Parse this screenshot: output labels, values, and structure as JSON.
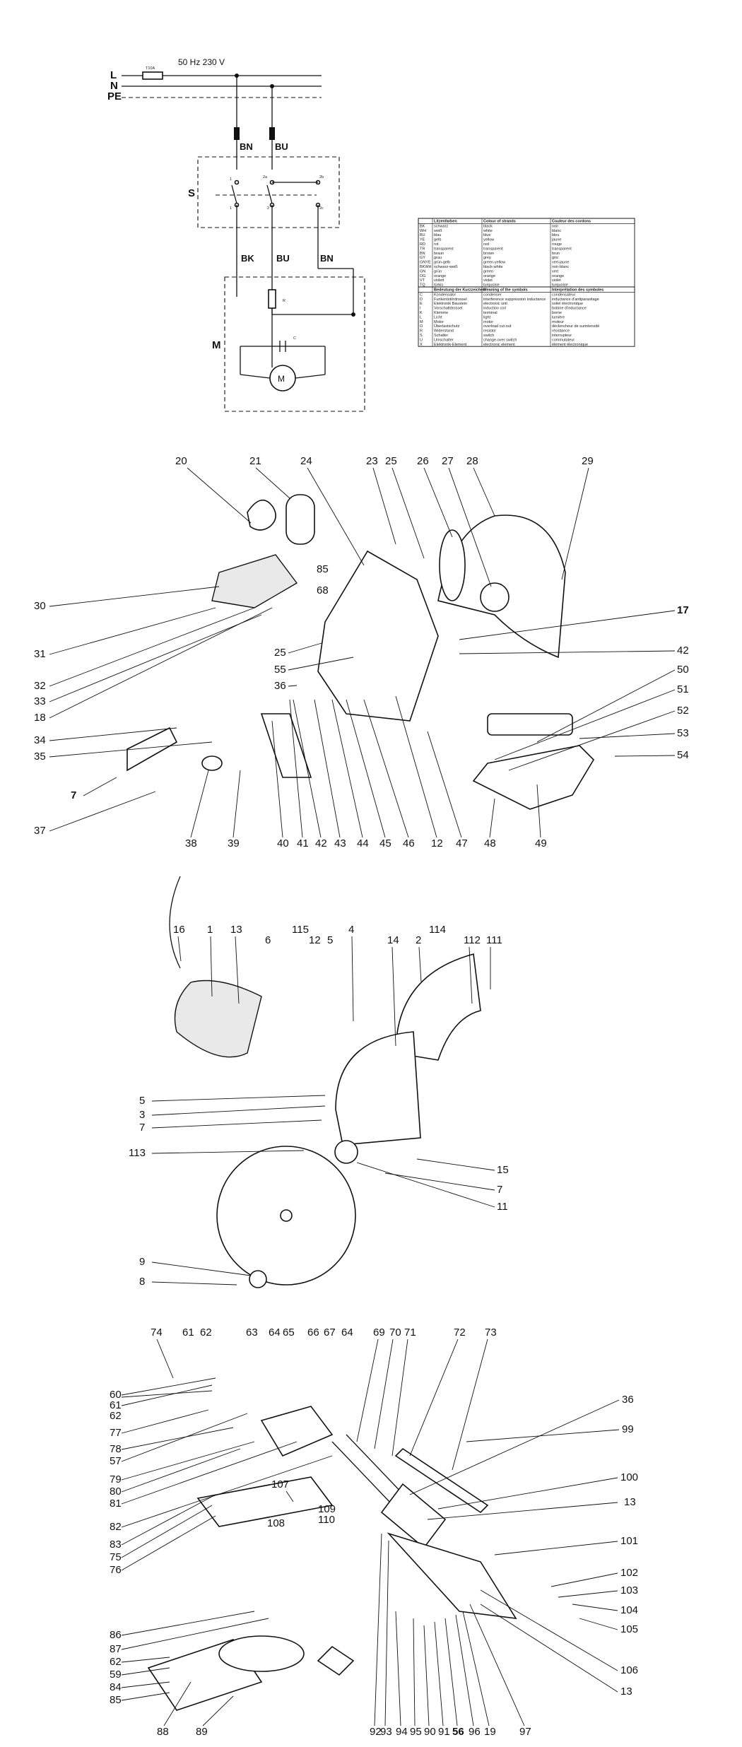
{
  "schematic": {
    "supply_lines": [
      "L",
      "N",
      "PE"
    ],
    "fuse_label": "T10A",
    "supply_label": "50 Hz  230 V",
    "switch_label": "S",
    "motor_label": "M",
    "resistor_label": "R",
    "capacitor_label": "C",
    "wire_codes_top": [
      "BN",
      "BU"
    ],
    "wire_codes_mid": [
      "BK",
      "BU",
      "BN"
    ],
    "terminals": [
      "1",
      "2a",
      "2b",
      "1",
      "2",
      "2c"
    ]
  },
  "legend_table": {
    "colour_header": [
      "",
      "Litzenfarben",
      "Colour of strands",
      "Couleur des cordons"
    ],
    "colour_rows": [
      [
        "BK",
        "schwarz",
        "black",
        "noir"
      ],
      [
        "WH",
        "weiß",
        "white",
        "blanc"
      ],
      [
        "BU",
        "blau",
        "blue",
        "bleu"
      ],
      [
        "YE",
        "gelb",
        "yellow",
        "jaune"
      ],
      [
        "RD",
        "rot",
        "red",
        "rouge"
      ],
      [
        "TR",
        "transparent",
        "transparent",
        "transparent"
      ],
      [
        "BN",
        "braun",
        "brown",
        "brun"
      ],
      [
        "GY",
        "grau",
        "grey",
        "gris"
      ],
      [
        "GNYE",
        "grün-gelb",
        "green-yellow",
        "vert-jaune"
      ],
      [
        "BKWH",
        "schwarz-weiß",
        "black-white",
        "noir-blanc"
      ],
      [
        "GN",
        "grün",
        "green",
        "vert"
      ],
      [
        "OG",
        "orange",
        "orange",
        "orange"
      ],
      [
        "VT",
        "violett",
        "violet",
        "violet"
      ],
      [
        "TQ",
        "türkis",
        "turquoise",
        "turquoise"
      ]
    ],
    "symbol_header": [
      "",
      "Bedeutung der Kurzzeichen",
      "Meaning of the symbols",
      "Interprétation des symboles"
    ],
    "symbol_rows": [
      [
        "C",
        "Kondensator",
        "condenser",
        "condensateur"
      ],
      [
        "D",
        "Funkentstördrossel",
        "interference suppression inductance",
        "inductance d'antiparasitage"
      ],
      [
        "E",
        "Elektronik Baustein",
        "electronic unit",
        "soliel électronique"
      ],
      [
        "I",
        "Vorschaltdrossel",
        "induction coil",
        "bobine d'inductance"
      ],
      [
        "K",
        "Klemme",
        "terminal",
        "borne"
      ],
      [
        "L",
        "Licht",
        "light",
        "lumière"
      ],
      [
        "M",
        "Motor",
        "motor",
        "moteur"
      ],
      [
        "O",
        "Überlastschutz",
        "overload cut-out",
        "déclencheur de surintensité"
      ],
      [
        "R",
        "Widerstand",
        "resistor",
        "résistance"
      ],
      [
        "S",
        "Schalter",
        "switch",
        "interrupteur"
      ],
      [
        "U",
        "Umschalter",
        "change-over switch",
        "commutateur"
      ],
      [
        "X",
        "Elektronik-Element",
        "electronic element",
        "élément électronique"
      ]
    ]
  },
  "section2_labels": {
    "top": [
      "20",
      "21",
      "24",
      "23",
      "25",
      "26",
      "27",
      "28",
      "29"
    ],
    "left": [
      "30",
      "31",
      "32",
      "33",
      "18",
      "34",
      "35",
      "7",
      "37"
    ],
    "center": [
      "85",
      "68",
      "25",
      "55",
      "36"
    ],
    "right": [
      "17",
      "42",
      "50",
      "51",
      "52",
      "53",
      "54"
    ],
    "bottom": [
      "38",
      "39",
      "40",
      "41",
      "42",
      "43",
      "44",
      "45",
      "46",
      "12",
      "47",
      "48",
      "49"
    ]
  },
  "section3_labels": {
    "top": [
      "16",
      "1",
      "13",
      "115",
      "6",
      "12",
      "5",
      "4",
      "114",
      "14",
      "2",
      "112",
      "111"
    ],
    "left": [
      "5",
      "3",
      "7",
      "113",
      "9",
      "8"
    ],
    "right": [
      "15",
      "7",
      "11"
    ]
  },
  "section4_labels": {
    "top": [
      "74",
      "61",
      "62",
      "63",
      "64",
      "65",
      "66",
      "67",
      "64",
      "69",
      "70",
      "71",
      "72",
      "73"
    ],
    "left": [
      "60",
      "61",
      "62",
      "77",
      "78",
      "57",
      "79",
      "80",
      "81",
      "82",
      "83",
      "75",
      "76",
      "86",
      "87",
      "62",
      "59",
      "84",
      "85"
    ],
    "center": [
      "107",
      "109",
      "108",
      "110"
    ],
    "right": [
      "36",
      "99",
      "100",
      "13",
      "101",
      "102",
      "103",
      "104",
      "105",
      "106",
      "13"
    ],
    "bottom": [
      "88",
      "89",
      "92",
      "93",
      "94",
      "95",
      "90",
      "91",
      "56",
      "96",
      "19",
      "97"
    ]
  }
}
